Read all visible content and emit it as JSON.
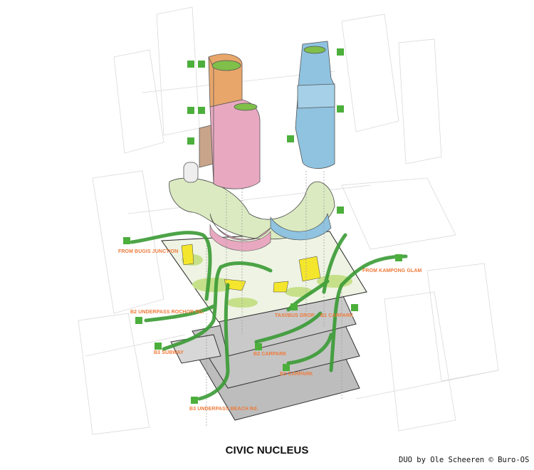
{
  "title": "CIVIC NUCLEUS",
  "credit": "DUO by Ole Scheeren © Buro-OS",
  "labels": {
    "bugis": "FROM BUGIS JUNCTION",
    "kampong": "FROM KAMPONG GLAM",
    "rochor": "B2 UNDERPASS ROCHOR RD.",
    "subway": "B3 SUBWAY",
    "beach": "B3 UNDERPASS BEACH Rd.",
    "taxi": "TAXI/BUS DROP",
    "b1": "B1 CARPARK",
    "b2": "B2 CARPARK",
    "b3": "B3 CARPARK"
  },
  "colors": {
    "pink_tower": "#e8a9c0",
    "orange_tower": "#e9a66a",
    "blue_tower": "#8fc3e0",
    "green": "#3a9b35",
    "lawn": "#c6e08a",
    "yellow": "#f4e62c",
    "label": "#ee7a3a",
    "carpark": "#b9b9b9"
  }
}
